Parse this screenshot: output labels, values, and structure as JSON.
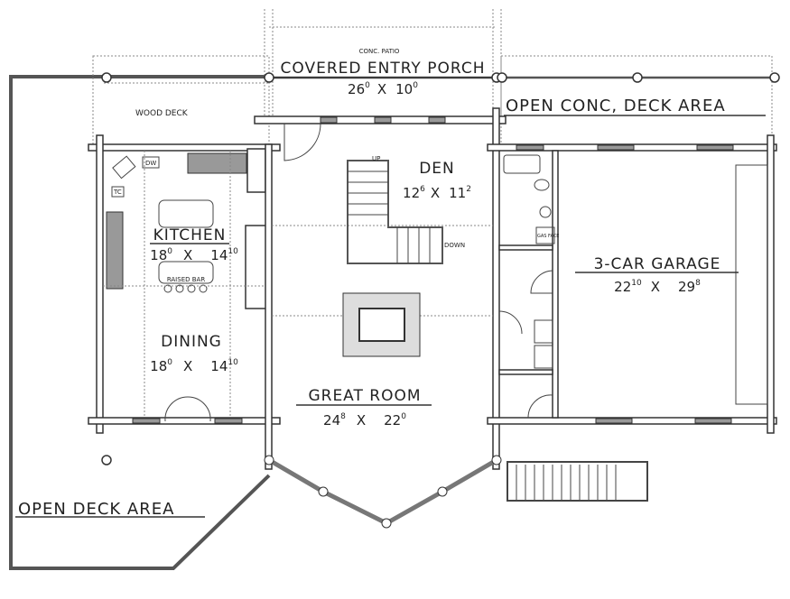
{
  "labels": {
    "conc_patio": "CONC. PATIO",
    "covered_entry_porch": {
      "name": "COVERED ENTRY PORCH",
      "w": "26",
      "w_in": "0",
      "x": "X",
      "d": "10",
      "d_in": "0"
    },
    "open_conc_deck": "OPEN CONC, DECK AREA",
    "wood_deck": "WOOD DECK",
    "den": {
      "name": "DEN",
      "w": "12",
      "w_in": "6",
      "x": "X",
      "d": "11",
      "d_in": "2"
    },
    "stair_up": "UP",
    "stair_down": "DOWN",
    "dw": "DW",
    "tc": "TC",
    "raised_bar": "RAISED BAR",
    "gas_fireplace": "GAS FACE",
    "kitchen": {
      "name": "KITCHEN",
      "w": "18",
      "w_in": "0",
      "x": "X",
      "d": "14",
      "d_in": "10"
    },
    "dining": {
      "name": "DINING",
      "w": "18",
      "w_in": "0",
      "x": "X",
      "d": "14",
      "d_in": "10"
    },
    "great_room": {
      "name": "GREAT ROOM",
      "w": "24",
      "w_in": "8",
      "x": "X",
      "d": "22",
      "d_in": "0"
    },
    "garage": {
      "name": "3-CAR GARAGE",
      "w": "22",
      "w_in": "10",
      "x": "X",
      "d": "29",
      "d_in": "8"
    },
    "open_deck_area": "OPEN DECK AREA"
  },
  "colors": {
    "line": "#333333",
    "window": "#999999",
    "background": "#ffffff"
  }
}
